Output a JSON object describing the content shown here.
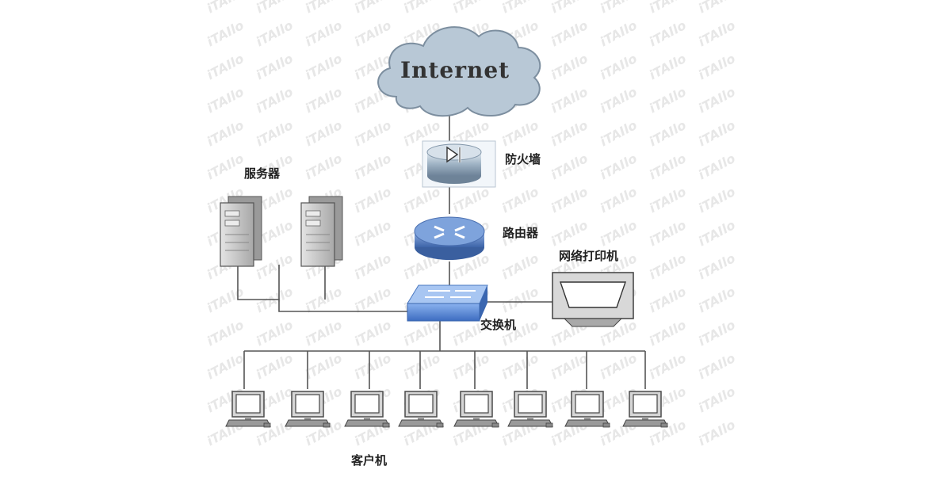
{
  "diagram": {
    "cloud_label": "Internet",
    "firewall_label": "防火墙",
    "router_label": "路由器",
    "servers_label": "服务器",
    "printer_label": "网络打印机",
    "switch_label": "交换机",
    "clients_label": "客户机",
    "client_count": 8
  },
  "colors": {
    "cloud": "#b4c6d3",
    "device_blue": "#5a83c4",
    "switch_blue": "#4a7cc8",
    "server_gray": "#c9c9c9",
    "line": "#555555"
  },
  "watermark": {
    "text": "iTAIlo"
  }
}
